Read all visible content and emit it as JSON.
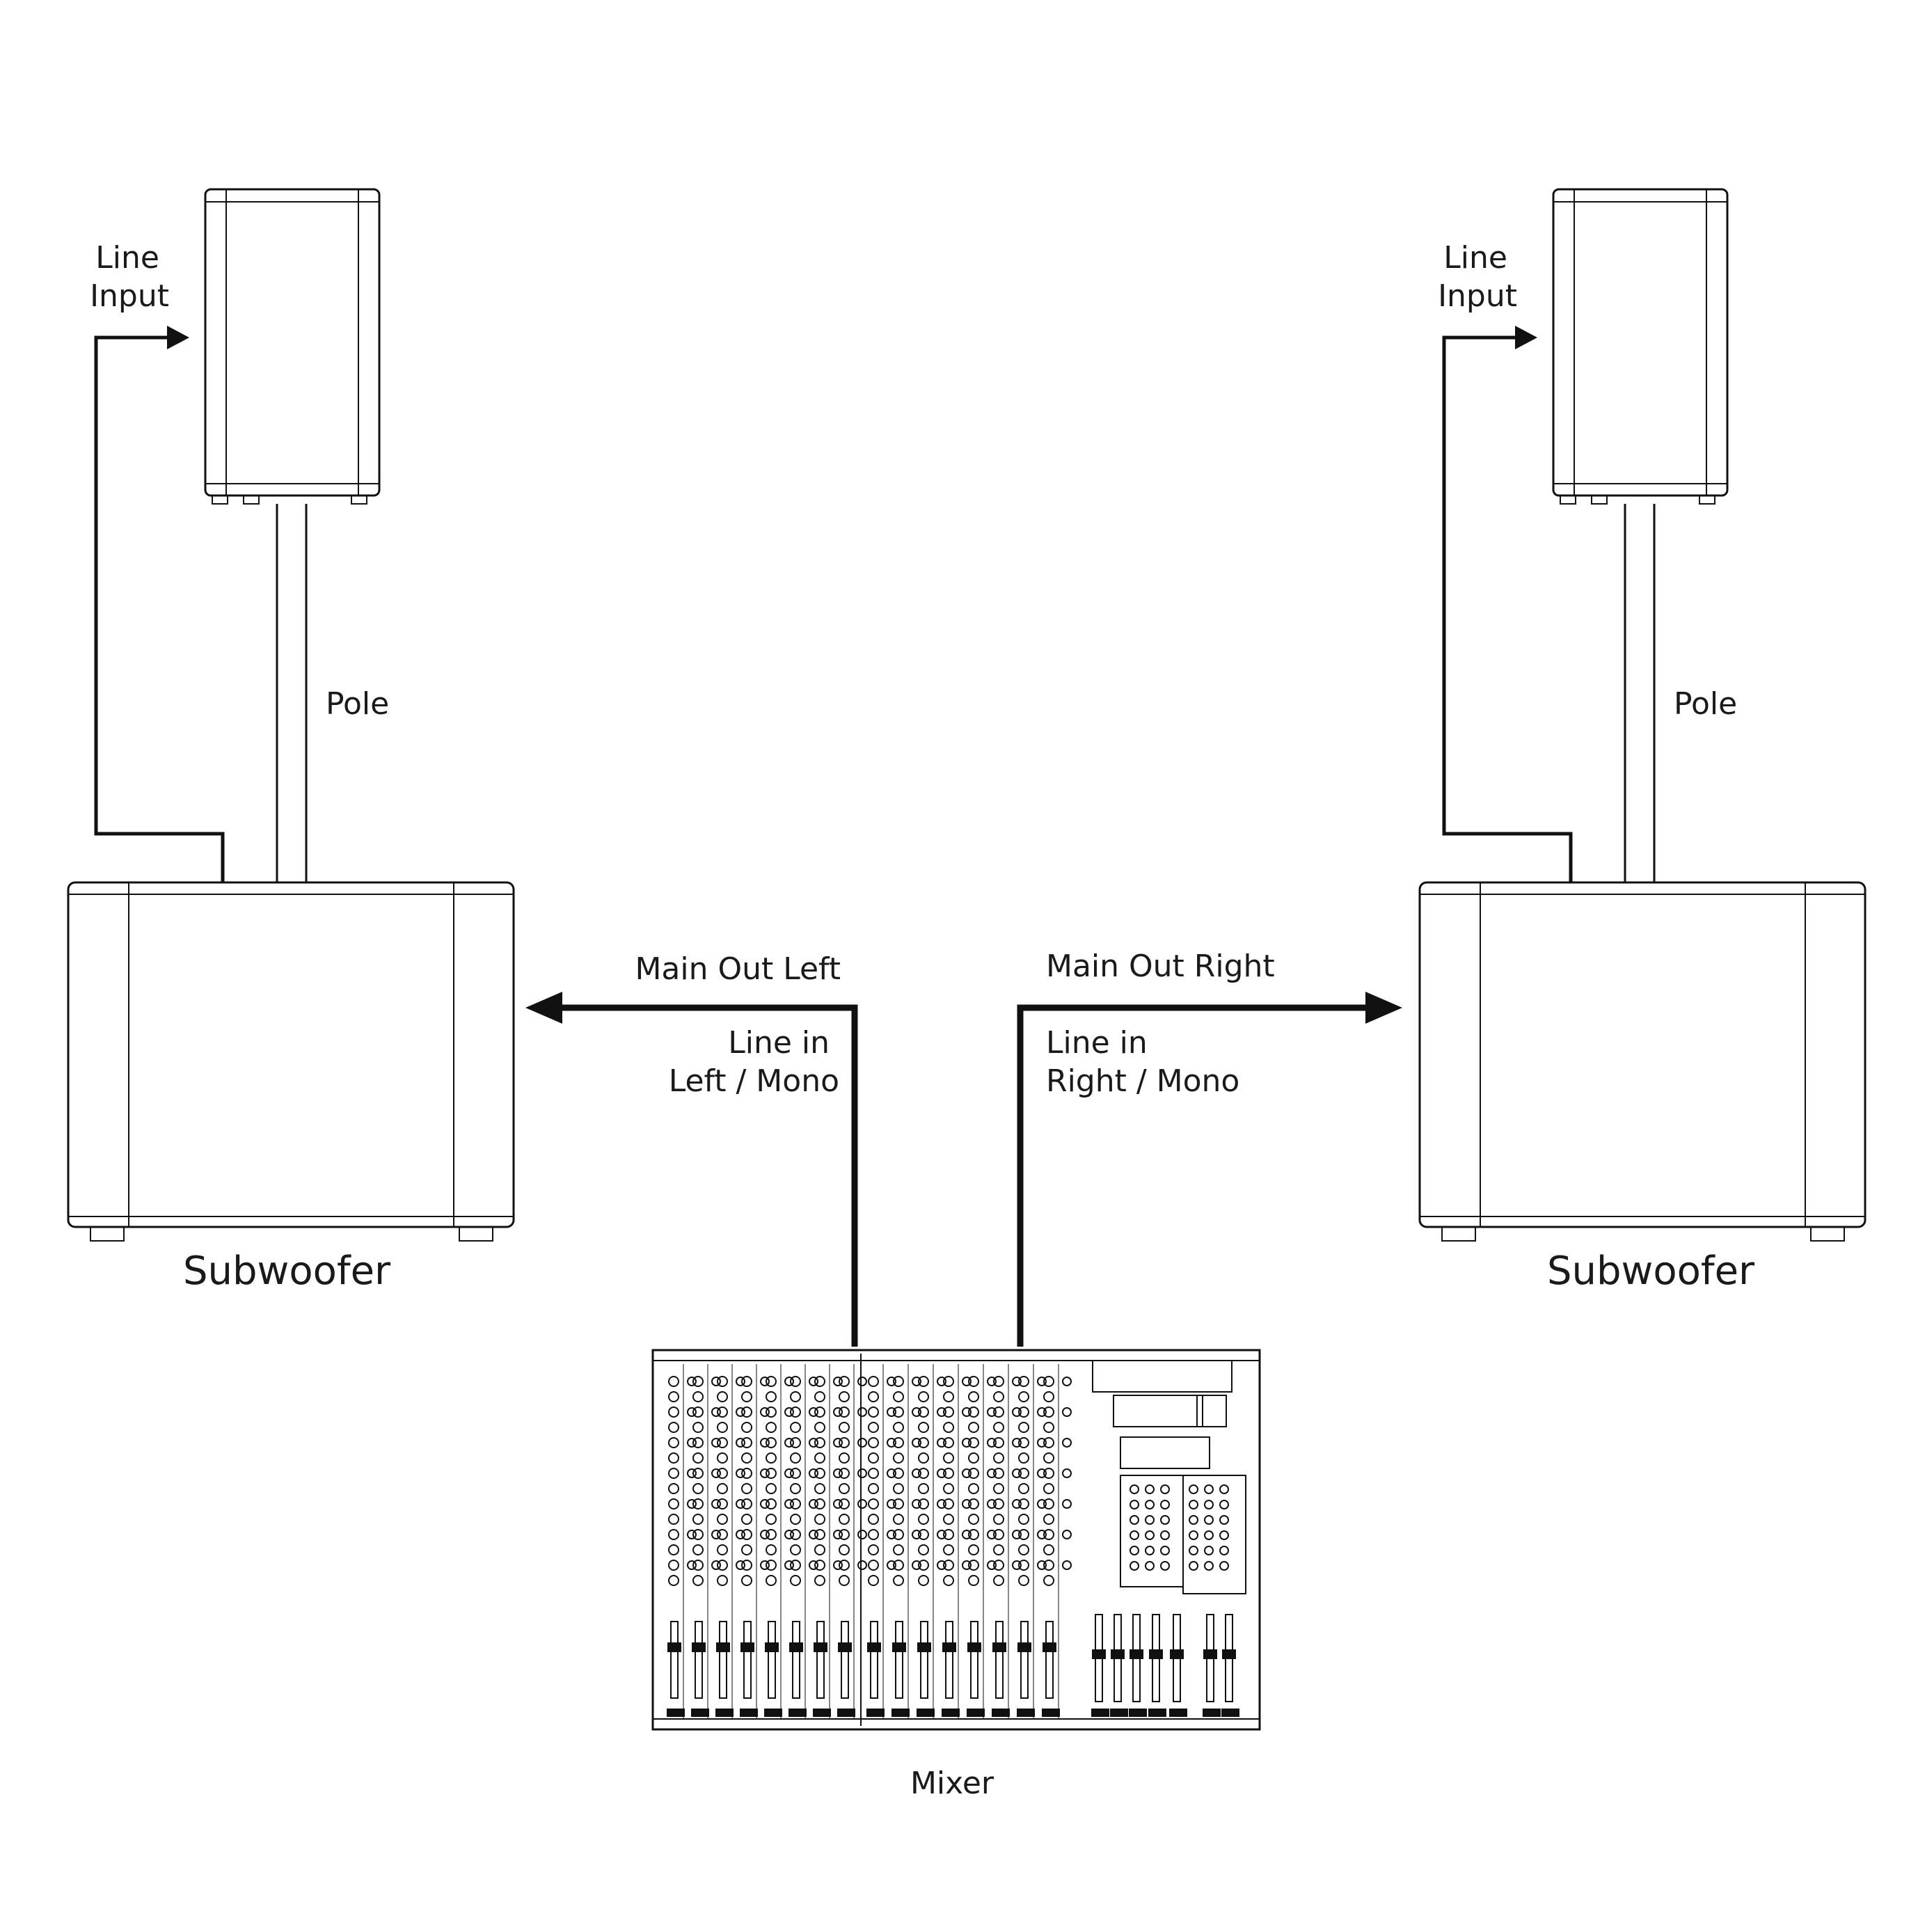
{
  "left": {
    "line_input": [
      "Line",
      "Input"
    ],
    "pole": "Pole",
    "subwoofer": "Subwoofer",
    "main_out": "Main Out Left",
    "line_in": [
      "Line in",
      "Left / Mono"
    ]
  },
  "right": {
    "line_input": [
      "Line",
      "Input"
    ],
    "pole": "Pole",
    "subwoofer": "Subwoofer",
    "main_out": "Main Out Right",
    "line_in": [
      "Line in",
      "Right / Mono"
    ]
  },
  "mixer": {
    "label": "Mixer"
  }
}
